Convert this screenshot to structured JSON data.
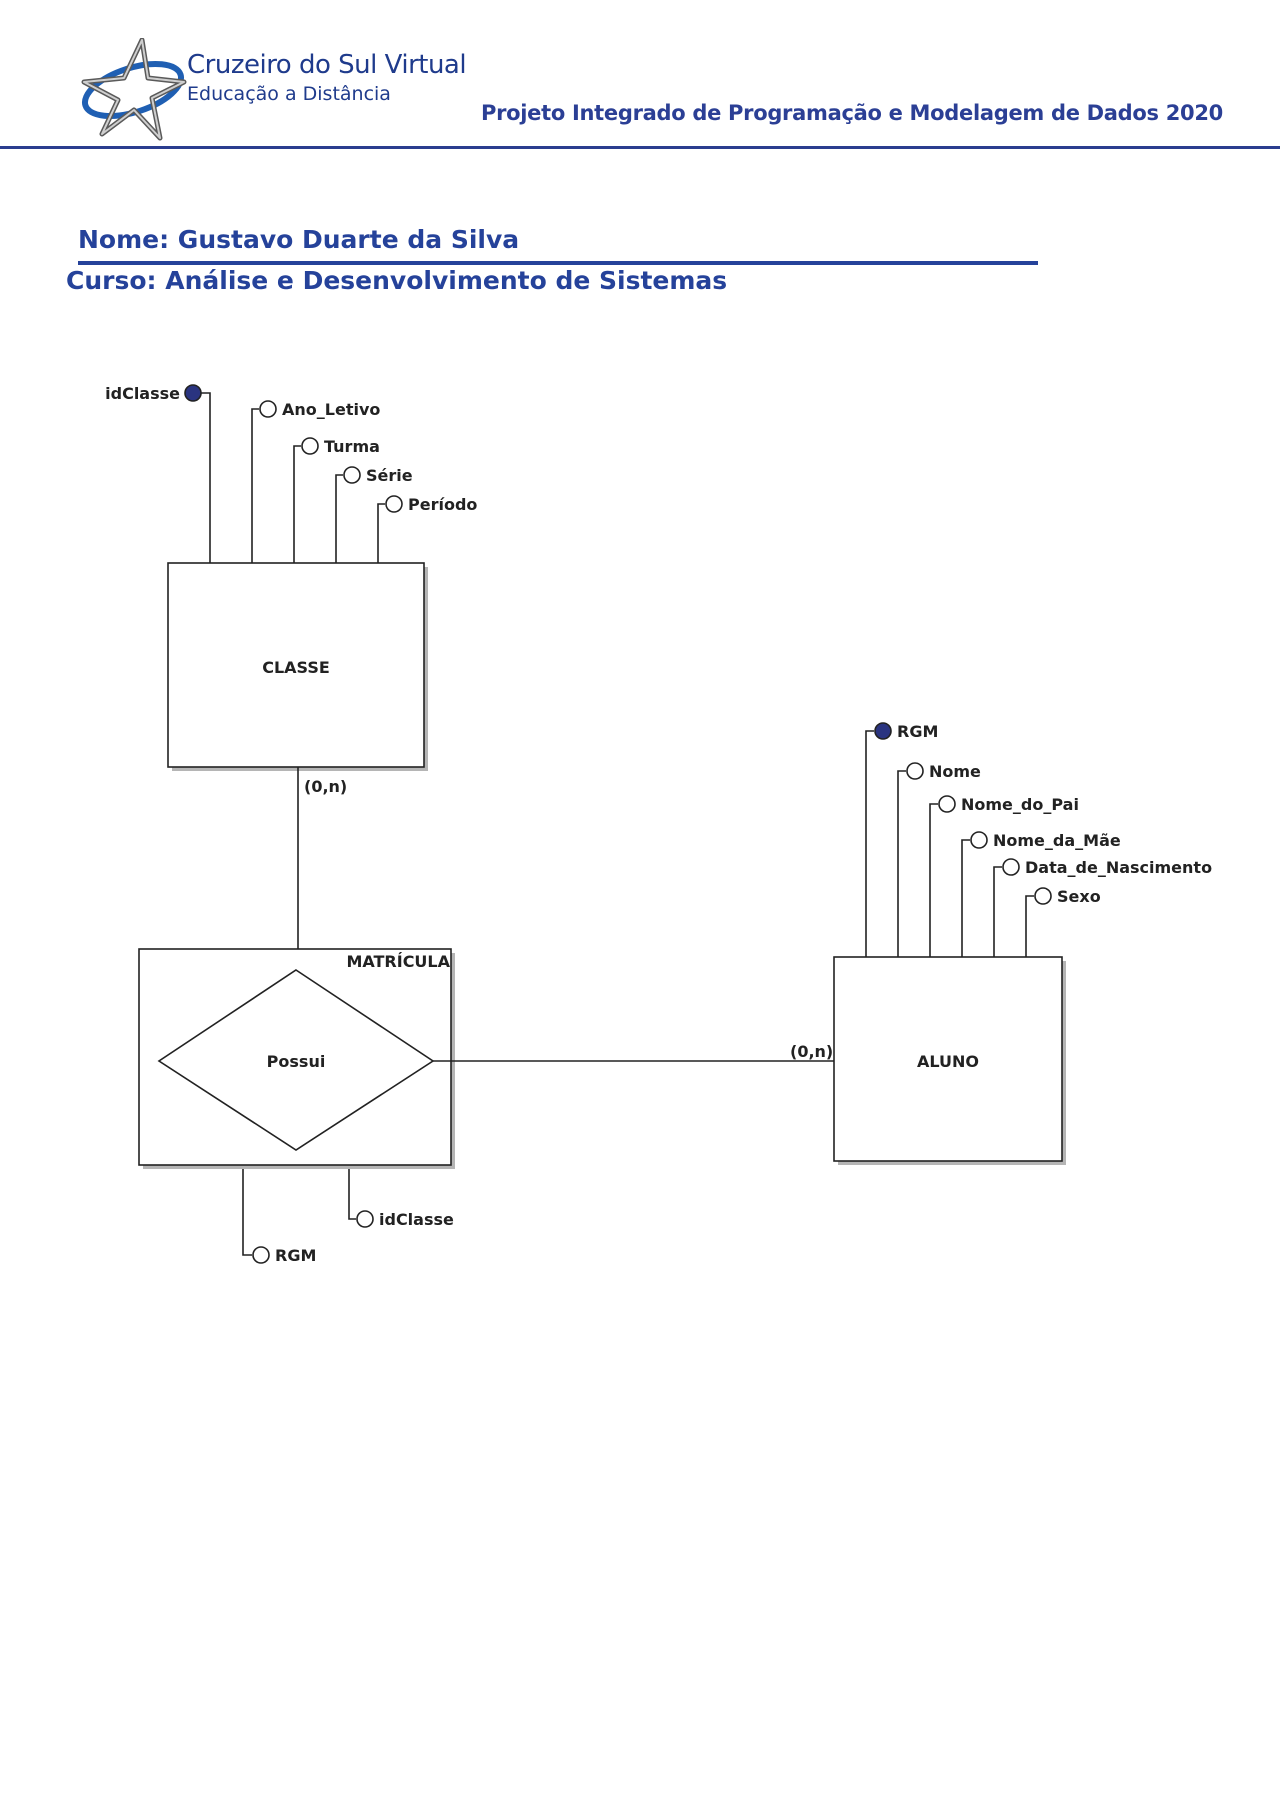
{
  "header": {
    "logo_title": "Cruzeiro do Sul Virtual",
    "logo_subtitle": "Educação a Distância",
    "project_title": "Projeto Integrado de Programação e Modelagem de Dados 2020",
    "accent_color": "#2a3d8f"
  },
  "student": {
    "name": "Nome: Gustavo Duarte da Silva",
    "course": "Curso: Análise e Desenvolvimento de Sistemas"
  },
  "diagram": {
    "entities": {
      "classe": {
        "label": "CLASSE",
        "attributes": [
          {
            "name": "idClasse",
            "key": true
          },
          {
            "name": "Ano_Letivo",
            "key": false
          },
          {
            "name": "Turma",
            "key": false
          },
          {
            "name": "Série",
            "key": false
          },
          {
            "name": "Período",
            "key": false
          }
        ]
      },
      "aluno": {
        "label": "ALUNO",
        "attributes": [
          {
            "name": "RGM",
            "key": true
          },
          {
            "name": "Nome",
            "key": false
          },
          {
            "name": "Nome_do_Pai",
            "key": false
          },
          {
            "name": "Nome_da_Mãe",
            "key": false
          },
          {
            "name": "Data_de_Nascimento",
            "key": false
          },
          {
            "name": "Sexo",
            "key": false
          }
        ]
      }
    },
    "relationship": {
      "associative_label": "MATRÍCULA",
      "label": "Possui",
      "attributes": [
        {
          "name": "RGM",
          "key": false
        },
        {
          "name": "idClasse",
          "key": false
        }
      ]
    },
    "cardinalities": {
      "classe_side": "(0,n)",
      "aluno_side": "(0,n)"
    },
    "key_color": "#2a3480"
  }
}
